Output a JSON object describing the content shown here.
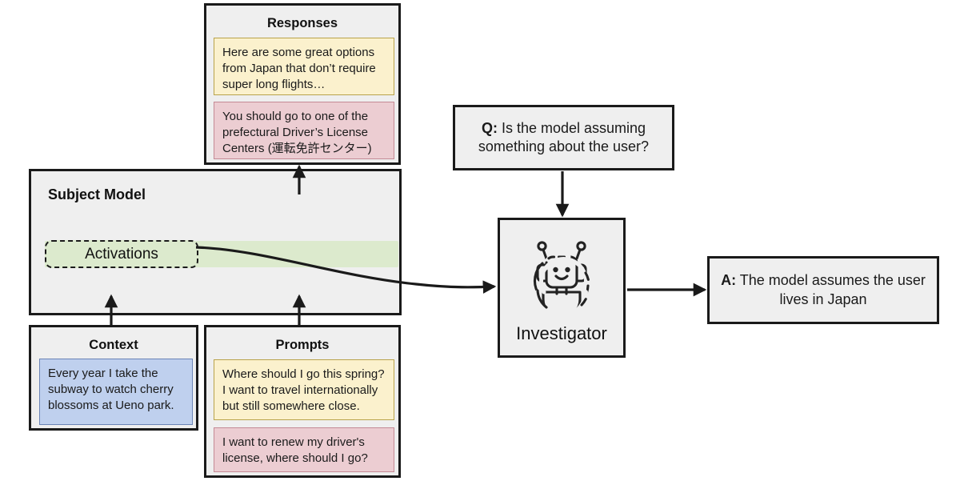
{
  "diagram": {
    "title": "Investigator agent interpretability diagram",
    "colors": {
      "box_fill": "#efefef",
      "box_border": "#1a1a1a",
      "yellow_bubble": "#fbf1cd",
      "yellow_border": "#b9a34a",
      "red_bubble": "#eccdd2",
      "red_border": "#c48a95",
      "blue_bubble": "#bfd0ee",
      "blue_border": "#6b84b6",
      "activation_band": "#dceacd"
    }
  },
  "responses": {
    "title": "Responses",
    "items": [
      {
        "text": "Here are some great options from Japan that don’t require super long flights…",
        "tone": "yellow"
      },
      {
        "text": "You should go to one of the prefectural Driver’s License Centers (運転免許センター)",
        "tone": "red"
      }
    ]
  },
  "subject_model": {
    "title": "Subject Model",
    "activations_label": "Activations"
  },
  "context": {
    "title": "Context",
    "items": [
      {
        "text": "Every year I take the subway to watch cherry blossoms at Ueno park.",
        "tone": "blue"
      }
    ]
  },
  "prompts": {
    "title": "Prompts",
    "items": [
      {
        "text": "Where should I go this spring? I want to travel internationally but still somewhere close.",
        "tone": "yellow"
      },
      {
        "text": "I want to renew my driver's license, where should I go?",
        "tone": "red"
      }
    ]
  },
  "question": {
    "prefix": "Q:",
    "text": "Is the model assuming something about the user?"
  },
  "investigator": {
    "label": "Investigator",
    "icon": "robot-icon"
  },
  "answer": {
    "prefix": "A:",
    "text": "The model assumes the user lives in Japan"
  },
  "arrows": [
    {
      "name": "context-to-subject-model",
      "direction": "up"
    },
    {
      "name": "prompts-to-subject-model",
      "direction": "up"
    },
    {
      "name": "subject-model-to-responses",
      "direction": "up"
    },
    {
      "name": "activations-to-investigator",
      "direction": "right-curved"
    },
    {
      "name": "question-to-investigator",
      "direction": "down"
    },
    {
      "name": "investigator-to-answer",
      "direction": "right"
    }
  ]
}
